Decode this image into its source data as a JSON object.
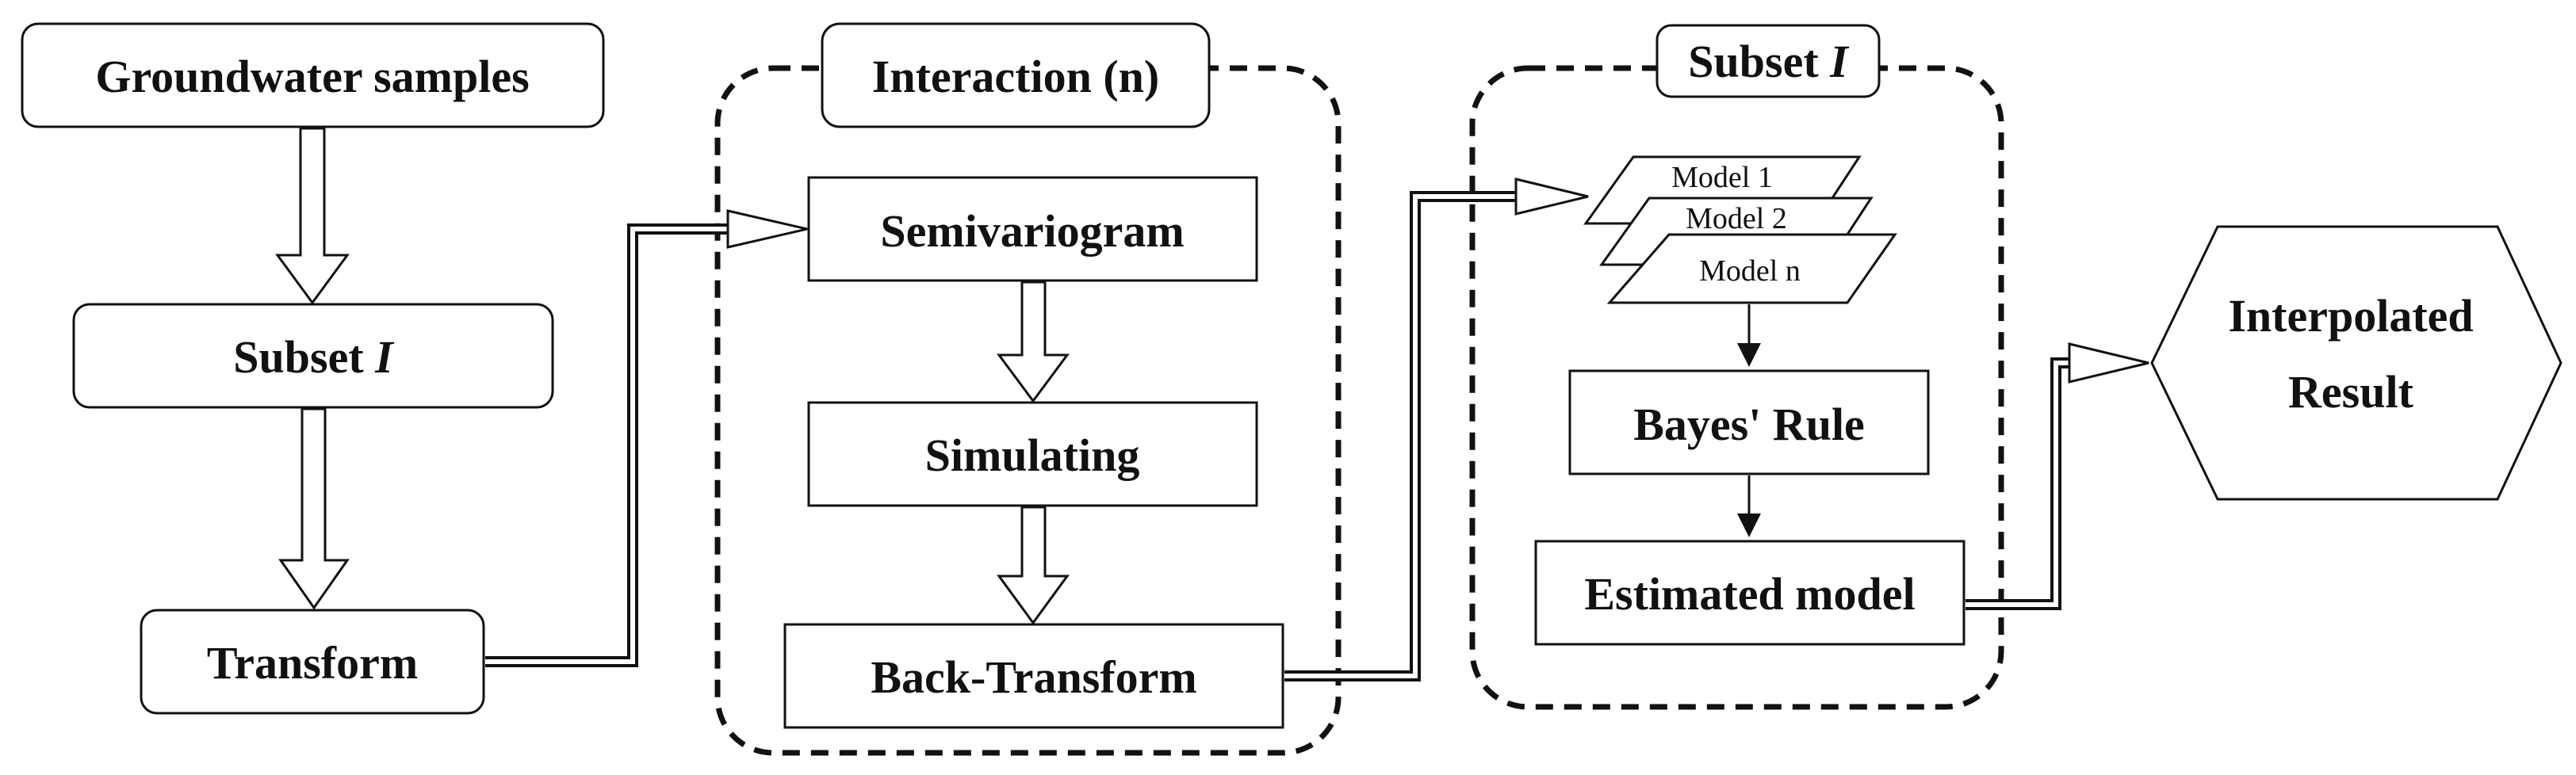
{
  "nodes": {
    "groundwater": "Groundwater samples",
    "subset_prefix": "Subset ",
    "subset_var": "I",
    "transform": "Transform",
    "interaction": "Interaction (n)",
    "semivariogram": "Semivariogram",
    "simulating": "Simulating",
    "back_transform": "Back-Transform",
    "subset2_prefix": "Subset ",
    "subset2_var": "I",
    "model1": "Model 1",
    "model2": "Model 2",
    "modeln": "Model n",
    "bayes": "Bayes' Rule",
    "estimated": "Estimated model",
    "interp_line1": "Interpolated",
    "interp_line2": "Result"
  }
}
